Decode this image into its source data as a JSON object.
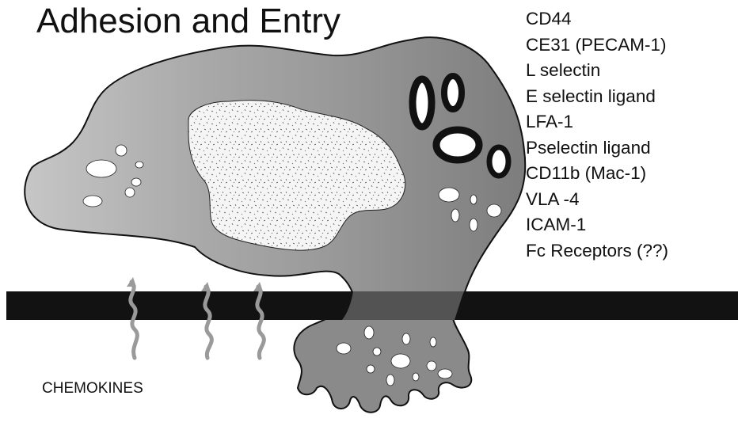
{
  "diagram": {
    "title": "Adhesion and Entry",
    "molecules": [
      "CD44",
      "CE31 (PECAM-1)",
      "L selectin",
      "E selectin ligand",
      "LFA-1",
      "Pselectin ligand",
      "CD11b (Mac-1)",
      "VLA -4",
      "ICAM-1",
      "Fc Receptors (??)"
    ],
    "chemokines_label": "CHEMOKINES"
  },
  "colors": {
    "cell_fill": "#8f8f8f",
    "cell_light": "#c4c4c4",
    "nucleus": "#f4f4f4",
    "membrane": "#121212",
    "chemokine": "#9a9a9a"
  }
}
